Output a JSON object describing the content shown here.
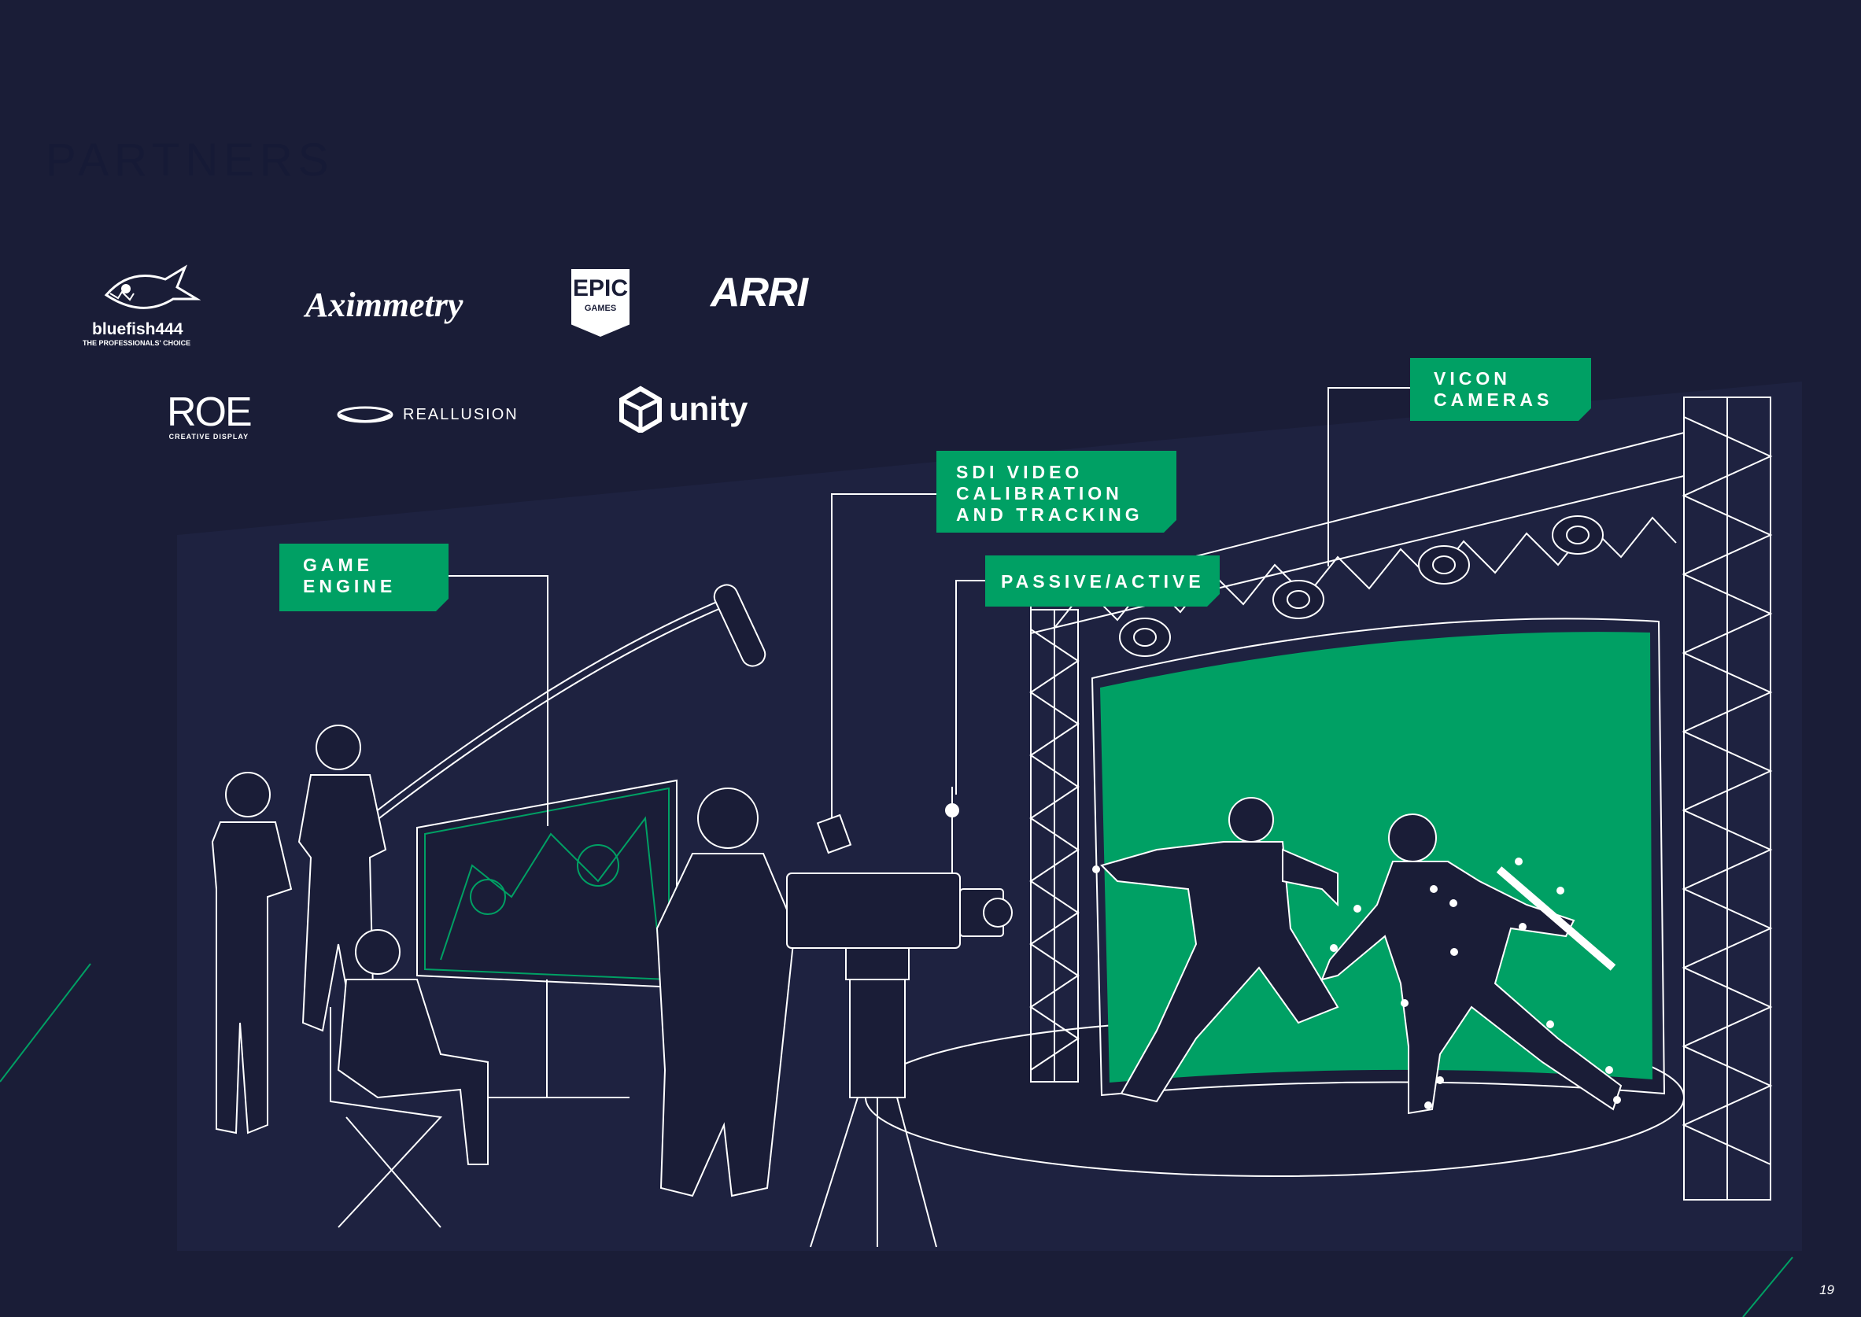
{
  "page": {
    "title": "PARTNERS",
    "number": "19"
  },
  "colors": {
    "background": "#1a1d37",
    "accent": "#00a064",
    "line": "#ffffff"
  },
  "partners": {
    "bluefish": {
      "name": "bluefish444",
      "tagline": "THE PROFESSIONALS' CHOICE"
    },
    "aximmetry": {
      "name": "Aximmetry"
    },
    "epic": {
      "line1": "EPIC",
      "line2": "GAMES"
    },
    "arri": {
      "name": "ARRI"
    },
    "roe": {
      "name": "ROE",
      "tagline": "CREATIVE DISPLAY"
    },
    "reallusion": {
      "name": "REALLUSION"
    },
    "unity": {
      "name": "unity"
    }
  },
  "labels": {
    "game_engine": [
      "GAME",
      "ENGINE"
    ],
    "sdi_video": [
      "SDI VIDEO",
      "CALIBRATION",
      "AND TRACKING"
    ],
    "passive_active": [
      "PASSIVE/ACTIVE"
    ],
    "vicon_cameras": [
      "VICON",
      "CAMERAS"
    ]
  }
}
